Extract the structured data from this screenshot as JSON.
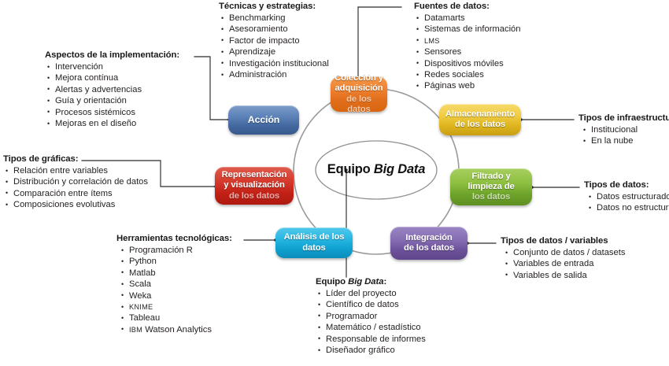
{
  "center": {
    "prefix": "Equipo ",
    "emphasis": "Big Data"
  },
  "nodes": [
    {
      "id": "coleccion",
      "line1": "Colección y",
      "line2": "adquisición",
      "line3": "de los datos",
      "color": "#ef8130"
    },
    {
      "id": "almacenamiento",
      "line1": "Almacenamiento",
      "line2": "de los datos",
      "line3": "",
      "color": "#f1cc44"
    },
    {
      "id": "filtrado",
      "line1": "Filtrado y",
      "line2": "limpieza de",
      "line3": "los datos",
      "color": "#8fc041"
    },
    {
      "id": "integracion",
      "line1": "Integración",
      "line2": "de los datos",
      "line3": "",
      "color": "#866fb3"
    },
    {
      "id": "analisis",
      "line1": "Análisis de los",
      "line2": "datos",
      "line3": "",
      "color": "#27b7e2"
    },
    {
      "id": "representacion",
      "line1": "Representación",
      "line2": "y visualización",
      "line3": "de los datos",
      "color": "#d63a2c"
    },
    {
      "id": "accion",
      "line1": "Acción",
      "line2": "",
      "line3": "",
      "color": "#5c82b8"
    }
  ],
  "annotations": {
    "tecnicas": {
      "title": "Técnicas y estrategias:",
      "items": [
        "Benchmarking",
        "Asesoramiento",
        "Factor de impacto",
        "Aprendizaje",
        "Investigación institucional",
        "Administración"
      ]
    },
    "fuentes": {
      "title": "Fuentes de datos:",
      "items": [
        "Datamarts",
        "Sistemas de información",
        "LMS",
        "Sensores",
        "Dispositivos móviles",
        "Redes sociales",
        "Páginas web"
      ],
      "smallcaps": [
        "LMS"
      ]
    },
    "aspectos": {
      "title": "Aspectos de la implementación:",
      "items": [
        "Intervención",
        "Mejora contínua",
        "Alertas y advertencias",
        "Guía y orientación",
        "Procesos sistémicos",
        "Mejoras en el diseño"
      ]
    },
    "infraestructura": {
      "title": "Tipos de infraestructura:",
      "items": [
        "Institucional",
        "En la nube"
      ]
    },
    "graficas": {
      "title": "Tipos de gráficas:",
      "items": [
        "Relación entre variables",
        "Distribución y correlación de datos",
        "Comparación entre ítems",
        "Composiciones evolutivas"
      ]
    },
    "tiposdatos": {
      "title": "Tipos de datos:",
      "items": [
        "Datos estructurados",
        "Datos no estructurados"
      ]
    },
    "herramientas": {
      "title": "Herramientas tecnológicas:",
      "items": [
        "Programación R",
        "Python",
        "Matlab",
        "Scala",
        "Weka",
        "KNIME",
        "Tableau",
        "IBM Watson Analytics"
      ],
      "smallcaps": [
        "KNIME",
        "IBM"
      ]
    },
    "variables": {
      "title": "Tipos de datos / variables",
      "items": [
        "Conjunto de datos / datasets",
        "Variables de entrada",
        "Variables de salida"
      ]
    },
    "equipo": {
      "title_prefix": "Equipo ",
      "title_emphasis": "Big Data",
      "title_suffix": ":",
      "items": [
        "Líder del proyecto",
        "Científico de datos",
        "Programador",
        "Matemático / estadístico",
        "Responsable de informes",
        "Diseñador gráfico"
      ]
    }
  },
  "colors": {
    "ring": "#9a9a9a",
    "connector": "#2b2b2b",
    "text": "#231f20"
  }
}
